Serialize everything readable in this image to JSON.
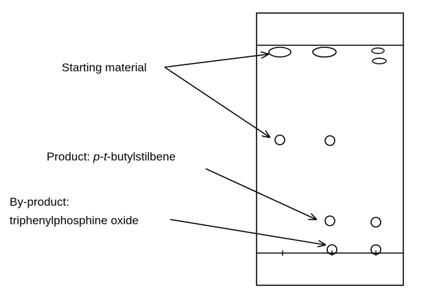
{
  "labels": {
    "starting_material": "Starting material",
    "product_prefix": "Product: ",
    "product_p": "p",
    "product_dash": "-",
    "product_t": "t",
    "product_rest": "-butylstilbene",
    "byproduct_line1": "By-product:",
    "byproduct_line2": "triphenylphosphine oxide"
  },
  "colors": {
    "ink": "#000000",
    "background": "#ffffff"
  }
}
